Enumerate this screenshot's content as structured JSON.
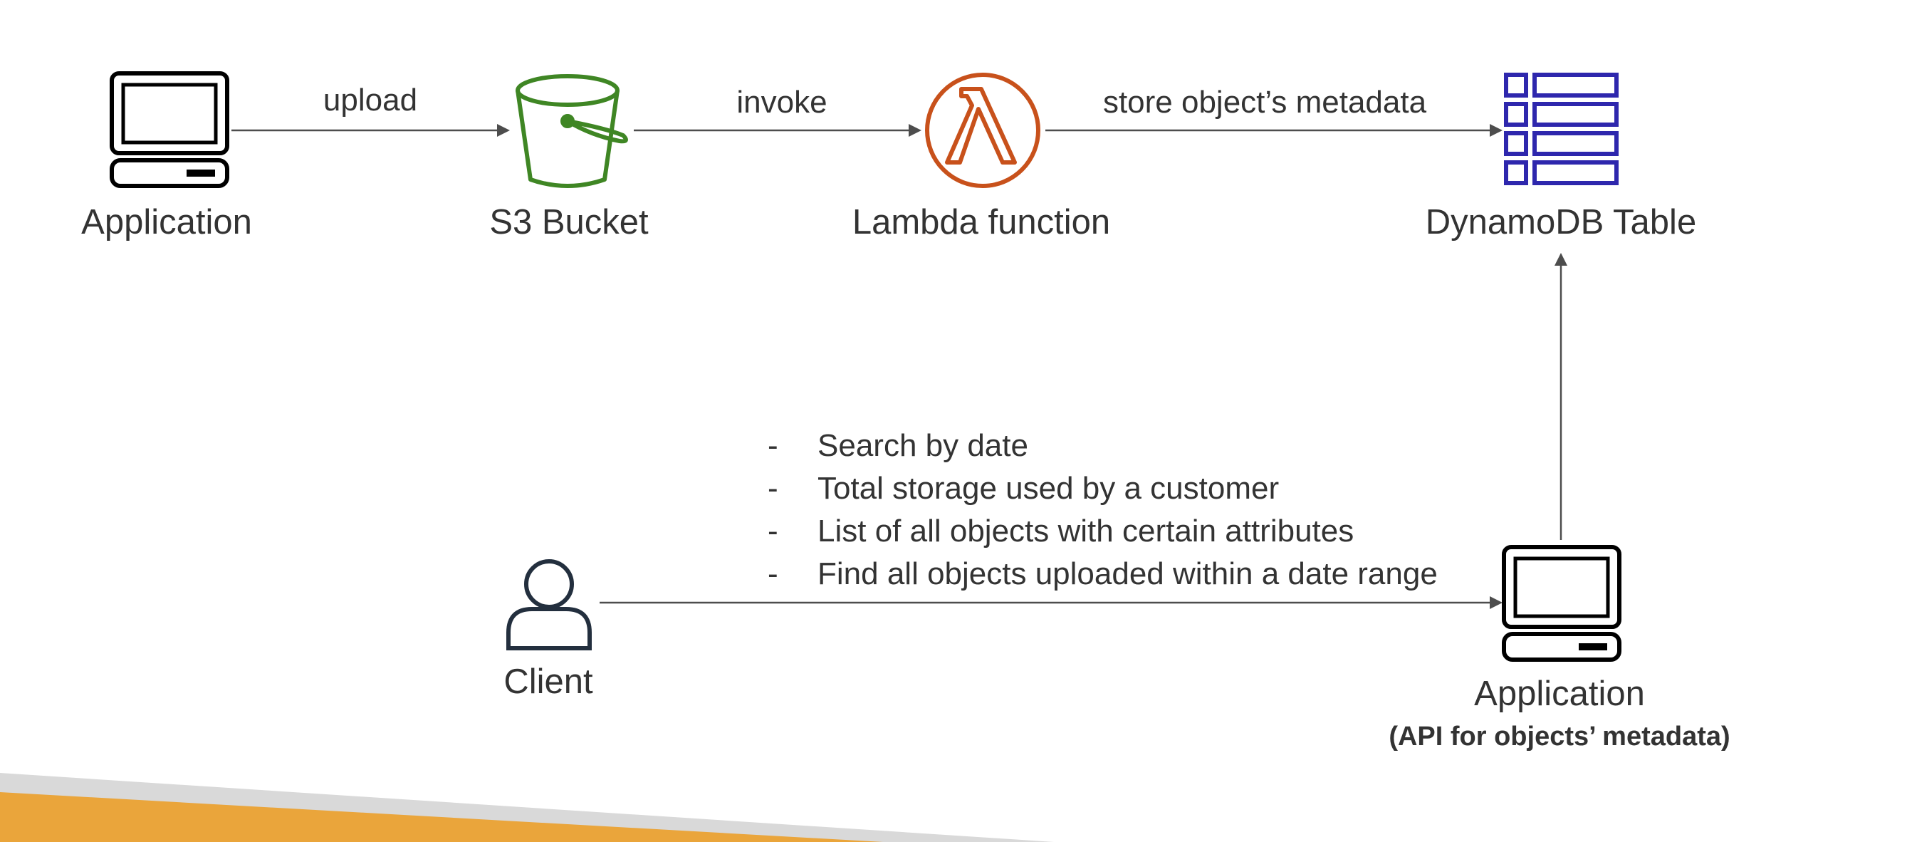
{
  "nodes": {
    "application_top": {
      "label": "Application",
      "icon": "computer-icon"
    },
    "s3_bucket": {
      "label": "S3 Bucket",
      "icon": "s3-bucket-icon",
      "color": "#3f8624"
    },
    "lambda": {
      "label": "Lambda function",
      "icon": "lambda-icon",
      "color": "#c8511b"
    },
    "dynamodb": {
      "label": "DynamoDB Table",
      "icon": "dynamodb-table-icon",
      "color": "#2e27ad"
    },
    "client": {
      "label": "Client",
      "icon": "user-icon",
      "color": "#232f3e"
    },
    "application_bottom": {
      "label": "Application",
      "sublabel": "(API for objects’ metadata)",
      "icon": "computer-icon"
    }
  },
  "edges": {
    "upload": "upload",
    "invoke": "invoke",
    "store": "store object’s metadata"
  },
  "query_list": {
    "bullet": "-",
    "items": [
      "Search by date",
      "Total storage used by a customer",
      "List of all objects with certain attributes",
      "Find all objects uploaded within a date range"
    ]
  },
  "colors": {
    "orange_band": "#eaa53b",
    "gray_band": "#d9d9d9",
    "line": "#4d4d4d"
  }
}
